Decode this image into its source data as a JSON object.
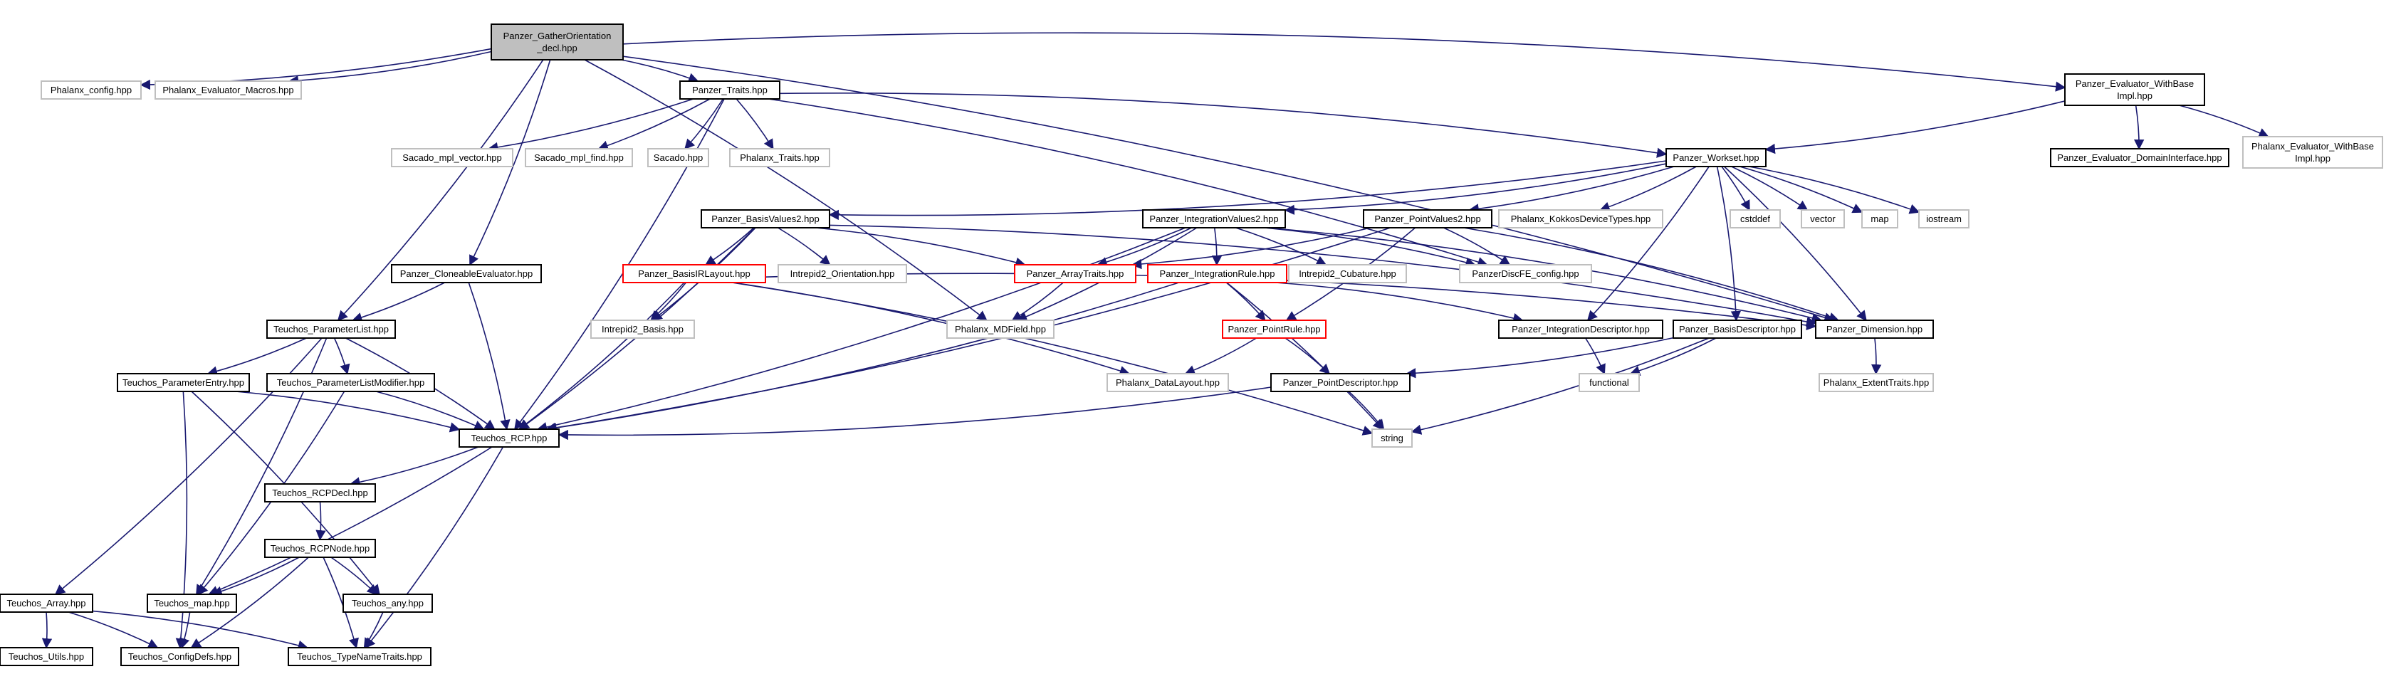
{
  "diagram": {
    "nodes": [
      {
        "id": "n0",
        "lines": [
          "Panzer_GatherOrientation",
          "_decl.hpp"
        ],
        "kind": "root"
      },
      {
        "id": "n1",
        "lines": [
          "Phalanx_config.hpp"
        ],
        "kind": "ext"
      },
      {
        "id": "n2",
        "lines": [
          "Phalanx_Evaluator_Macros.hpp"
        ],
        "kind": "ext"
      },
      {
        "id": "n3",
        "lines": [
          "Panzer_Traits.hpp"
        ],
        "kind": "doc"
      },
      {
        "id": "n4",
        "lines": [
          "Panzer_Evaluator_WithBase",
          "Impl.hpp"
        ],
        "kind": "doc"
      },
      {
        "id": "n5",
        "lines": [
          "Sacado_mpl_vector.hpp"
        ],
        "kind": "ext"
      },
      {
        "id": "n6",
        "lines": [
          "Sacado_mpl_find.hpp"
        ],
        "kind": "ext"
      },
      {
        "id": "n7",
        "lines": [
          "Sacado.hpp"
        ],
        "kind": "ext"
      },
      {
        "id": "n8",
        "lines": [
          "Phalanx_Traits.hpp"
        ],
        "kind": "ext"
      },
      {
        "id": "n9",
        "lines": [
          "Panzer_Workset.hpp"
        ],
        "kind": "doc"
      },
      {
        "id": "n10",
        "lines": [
          "Panzer_Evaluator_DomainInterface.hpp"
        ],
        "kind": "doc"
      },
      {
        "id": "n11",
        "lines": [
          "Phalanx_Evaluator_WithBase",
          "Impl.hpp"
        ],
        "kind": "ext"
      },
      {
        "id": "n12",
        "lines": [
          "Panzer_BasisValues2.hpp"
        ],
        "kind": "doc"
      },
      {
        "id": "n13",
        "lines": [
          "Panzer_IntegrationValues2.hpp"
        ],
        "kind": "doc"
      },
      {
        "id": "n14",
        "lines": [
          "Panzer_PointValues2.hpp"
        ],
        "kind": "doc"
      },
      {
        "id": "n15",
        "lines": [
          "Phalanx_KokkosDeviceTypes.hpp"
        ],
        "kind": "ext"
      },
      {
        "id": "n16",
        "lines": [
          "cstddef"
        ],
        "kind": "ext"
      },
      {
        "id": "n17",
        "lines": [
          "vector"
        ],
        "kind": "ext"
      },
      {
        "id": "n18",
        "lines": [
          "map"
        ],
        "kind": "ext"
      },
      {
        "id": "n19",
        "lines": [
          "iostream"
        ],
        "kind": "ext"
      },
      {
        "id": "n20",
        "lines": [
          "Panzer_CloneableEvaluator.hpp"
        ],
        "kind": "doc"
      },
      {
        "id": "n21",
        "lines": [
          "Panzer_BasisIRLayout.hpp"
        ],
        "kind": "trunc"
      },
      {
        "id": "n22",
        "lines": [
          "Intrepid2_Orientation.hpp"
        ],
        "kind": "ext"
      },
      {
        "id": "n23",
        "lines": [
          "Panzer_ArrayTraits.hpp"
        ],
        "kind": "trunc"
      },
      {
        "id": "n24",
        "lines": [
          "Panzer_IntegrationRule.hpp"
        ],
        "kind": "trunc"
      },
      {
        "id": "n25",
        "lines": [
          "Intrepid2_Cubature.hpp"
        ],
        "kind": "ext"
      },
      {
        "id": "n26",
        "lines": [
          "PanzerDiscFE_config.hpp"
        ],
        "kind": "ext"
      },
      {
        "id": "n27",
        "lines": [
          "Teuchos_ParameterList.hpp"
        ],
        "kind": "doc"
      },
      {
        "id": "n28",
        "lines": [
          "Intrepid2_Basis.hpp"
        ],
        "kind": "ext"
      },
      {
        "id": "n29",
        "lines": [
          "Phalanx_MDField.hpp"
        ],
        "kind": "ext"
      },
      {
        "id": "n30",
        "lines": [
          "Panzer_PointRule.hpp"
        ],
        "kind": "trunc"
      },
      {
        "id": "n31",
        "lines": [
          "Panzer_IntegrationDescriptor.hpp"
        ],
        "kind": "doc"
      },
      {
        "id": "n32",
        "lines": [
          "Panzer_BasisDescriptor.hpp"
        ],
        "kind": "doc"
      },
      {
        "id": "n33",
        "lines": [
          "Panzer_Dimension.hpp"
        ],
        "kind": "doc"
      },
      {
        "id": "n34",
        "lines": [
          "Teuchos_ParameterEntry.hpp"
        ],
        "kind": "doc"
      },
      {
        "id": "n35",
        "lines": [
          "Teuchos_ParameterListModifier.hpp"
        ],
        "kind": "doc"
      },
      {
        "id": "n36",
        "lines": [
          "Phalanx_DataLayout.hpp"
        ],
        "kind": "ext"
      },
      {
        "id": "n37",
        "lines": [
          "Panzer_PointDescriptor.hpp"
        ],
        "kind": "doc"
      },
      {
        "id": "n38",
        "lines": [
          "functional"
        ],
        "kind": "ext"
      },
      {
        "id": "n39",
        "lines": [
          "Phalanx_ExtentTraits.hpp"
        ],
        "kind": "ext"
      },
      {
        "id": "n40",
        "lines": [
          "Teuchos_RCP.hpp"
        ],
        "kind": "doc"
      },
      {
        "id": "n41",
        "lines": [
          "string"
        ],
        "kind": "ext"
      },
      {
        "id": "n42",
        "lines": [
          "Teuchos_RCPDecl.hpp"
        ],
        "kind": "doc"
      },
      {
        "id": "n43",
        "lines": [
          "Teuchos_RCPNode.hpp"
        ],
        "kind": "doc"
      },
      {
        "id": "n44",
        "lines": [
          "Teuchos_Array.hpp"
        ],
        "kind": "doc"
      },
      {
        "id": "n45",
        "lines": [
          "Teuchos_map.hpp"
        ],
        "kind": "doc"
      },
      {
        "id": "n46",
        "lines": [
          "Teuchos_any.hpp"
        ],
        "kind": "doc"
      },
      {
        "id": "n47",
        "lines": [
          "Teuchos_Utils.hpp"
        ],
        "kind": "doc"
      },
      {
        "id": "n48",
        "lines": [
          "Teuchos_ConfigDefs.hpp"
        ],
        "kind": "doc"
      },
      {
        "id": "n49",
        "lines": [
          "Teuchos_TypeNameTraits.hpp"
        ],
        "kind": "doc"
      }
    ],
    "edges": [
      [
        "n0",
        "n1"
      ],
      [
        "n0",
        "n2"
      ],
      [
        "n0",
        "n3"
      ],
      [
        "n0",
        "n4"
      ],
      [
        "n0",
        "n20"
      ],
      [
        "n0",
        "n27"
      ],
      [
        "n0",
        "n29"
      ],
      [
        "n0",
        "n33"
      ],
      [
        "n3",
        "n5"
      ],
      [
        "n3",
        "n6"
      ],
      [
        "n3",
        "n7"
      ],
      [
        "n3",
        "n8"
      ],
      [
        "n3",
        "n9"
      ],
      [
        "n3",
        "n26"
      ],
      [
        "n3",
        "n40"
      ],
      [
        "n4",
        "n9"
      ],
      [
        "n4",
        "n10"
      ],
      [
        "n4",
        "n11"
      ],
      [
        "n9",
        "n12"
      ],
      [
        "n9",
        "n13"
      ],
      [
        "n9",
        "n14"
      ],
      [
        "n9",
        "n15"
      ],
      [
        "n9",
        "n16"
      ],
      [
        "n9",
        "n17"
      ],
      [
        "n9",
        "n18"
      ],
      [
        "n9",
        "n19"
      ],
      [
        "n9",
        "n31"
      ],
      [
        "n9",
        "n32"
      ],
      [
        "n9",
        "n33"
      ],
      [
        "n12",
        "n21"
      ],
      [
        "n12",
        "n22"
      ],
      [
        "n12",
        "n23"
      ],
      [
        "n12",
        "n28"
      ],
      [
        "n12",
        "n33"
      ],
      [
        "n12",
        "n40"
      ],
      [
        "n13",
        "n23"
      ],
      [
        "n13",
        "n24"
      ],
      [
        "n13",
        "n25"
      ],
      [
        "n13",
        "n26"
      ],
      [
        "n13",
        "n29"
      ],
      [
        "n13",
        "n33"
      ],
      [
        "n13",
        "n40"
      ],
      [
        "n14",
        "n23"
      ],
      [
        "n14",
        "n26"
      ],
      [
        "n14",
        "n30"
      ],
      [
        "n14",
        "n33"
      ],
      [
        "n14",
        "n40"
      ],
      [
        "n20",
        "n27"
      ],
      [
        "n20",
        "n40"
      ],
      [
        "n21",
        "n28"
      ],
      [
        "n21",
        "n36"
      ],
      [
        "n21",
        "n33"
      ],
      [
        "n21",
        "n40"
      ],
      [
        "n21",
        "n41"
      ],
      [
        "n23",
        "n29"
      ],
      [
        "n24",
        "n30"
      ],
      [
        "n24",
        "n31"
      ],
      [
        "n24",
        "n41"
      ],
      [
        "n24",
        "n40"
      ],
      [
        "n30",
        "n36"
      ],
      [
        "n30",
        "n37"
      ],
      [
        "n31",
        "n38"
      ],
      [
        "n32",
        "n37"
      ],
      [
        "n32",
        "n38"
      ],
      [
        "n32",
        "n41"
      ],
      [
        "n33",
        "n39"
      ],
      [
        "n37",
        "n41"
      ],
      [
        "n37",
        "n40"
      ],
      [
        "n27",
        "n34"
      ],
      [
        "n27",
        "n35"
      ],
      [
        "n27",
        "n40"
      ],
      [
        "n27",
        "n44"
      ],
      [
        "n27",
        "n45"
      ],
      [
        "n34",
        "n40"
      ],
      [
        "n34",
        "n46"
      ],
      [
        "n34",
        "n48"
      ],
      [
        "n35",
        "n40"
      ],
      [
        "n35",
        "n45"
      ],
      [
        "n40",
        "n42"
      ],
      [
        "n40",
        "n45"
      ],
      [
        "n40",
        "n49"
      ],
      [
        "n42",
        "n43"
      ],
      [
        "n43",
        "n45"
      ],
      [
        "n43",
        "n46"
      ],
      [
        "n43",
        "n48"
      ],
      [
        "n43",
        "n49"
      ],
      [
        "n44",
        "n47"
      ],
      [
        "n44",
        "n48"
      ],
      [
        "n44",
        "n49"
      ],
      [
        "n45",
        "n48"
      ],
      [
        "n46",
        "n49"
      ]
    ]
  }
}
